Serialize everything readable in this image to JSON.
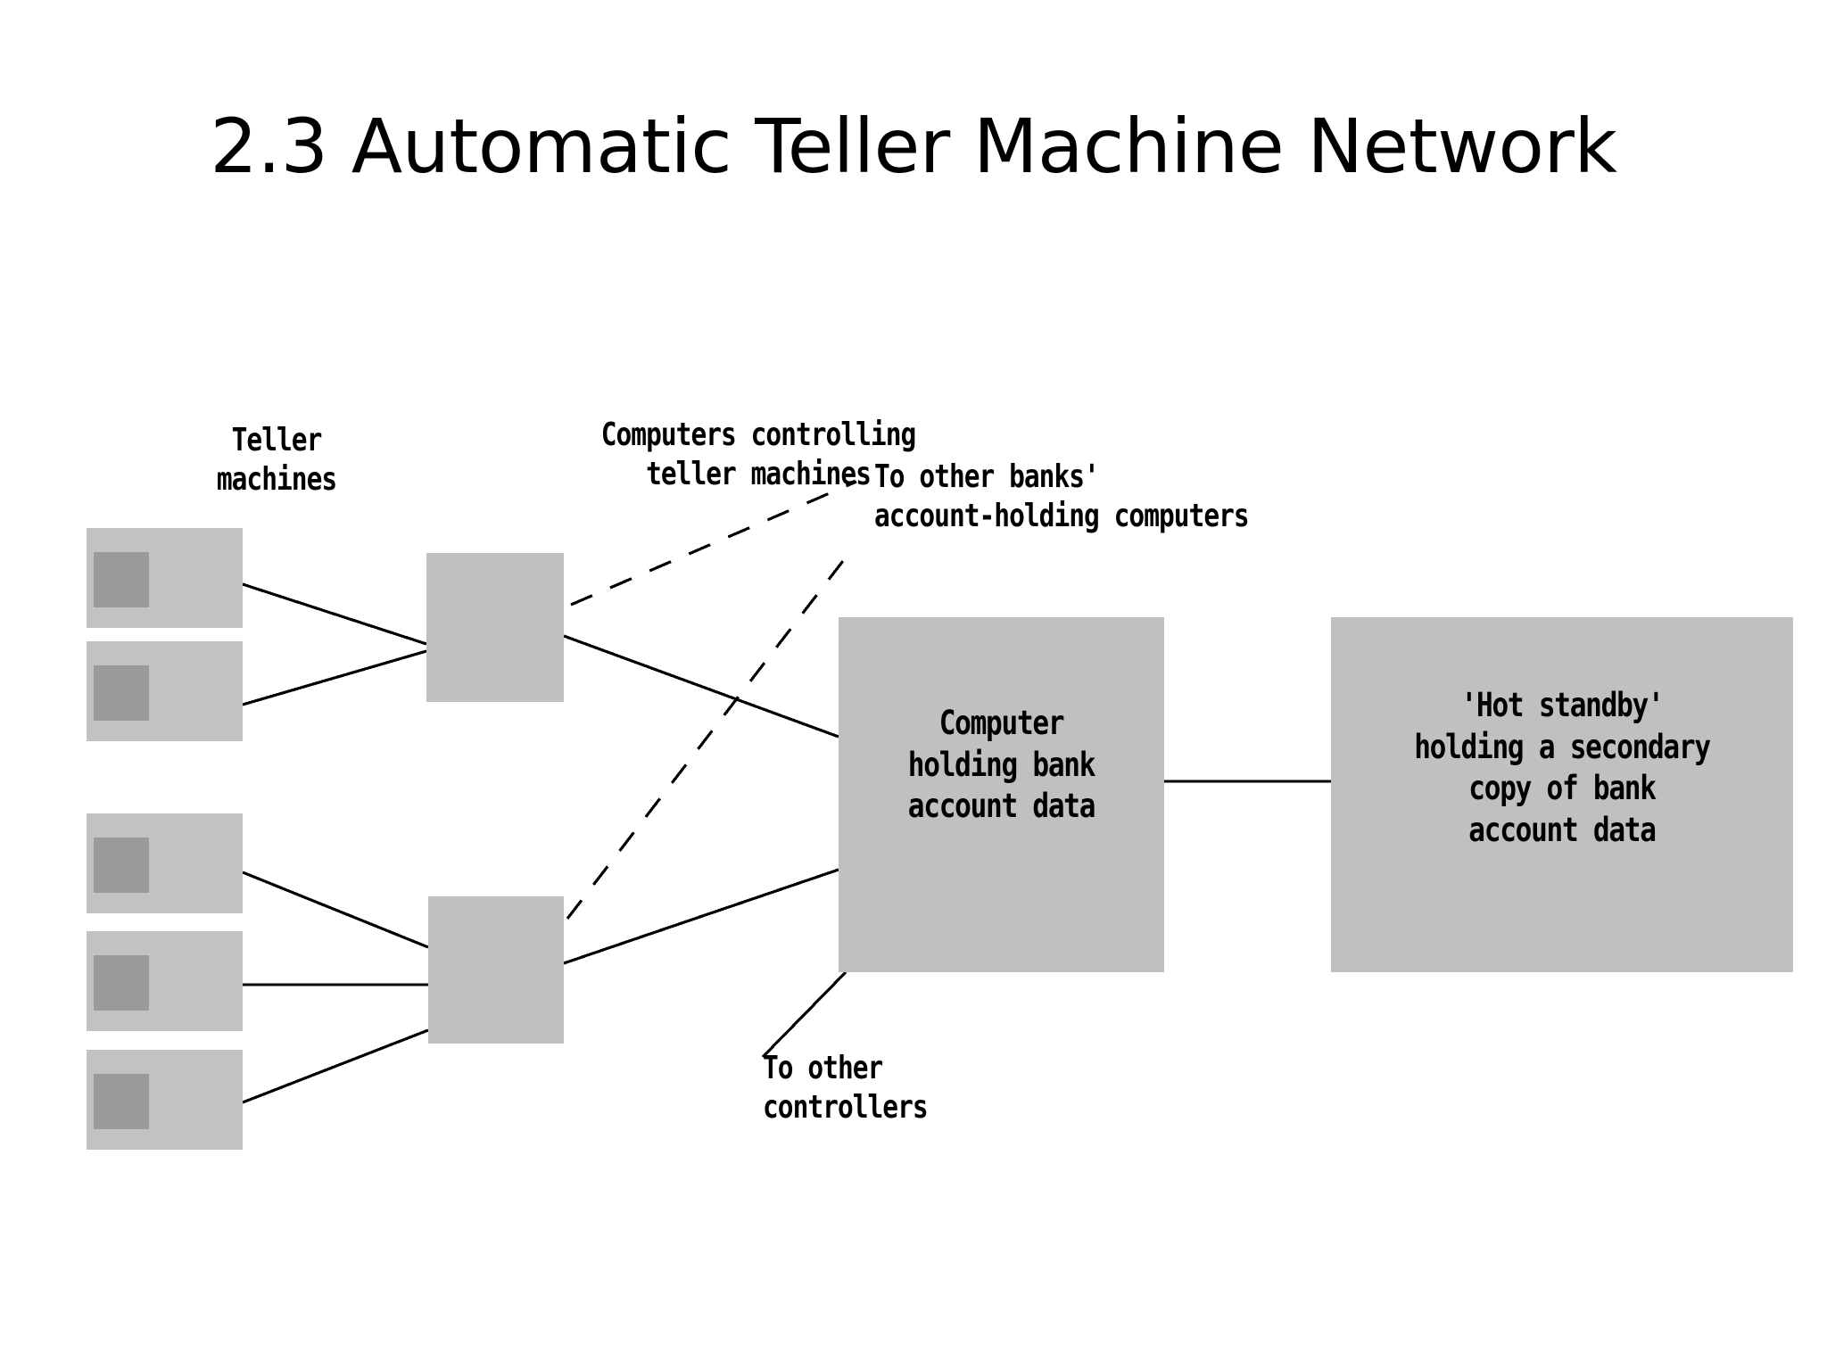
{
  "slide": {
    "title": "2.3 Automatic Teller Machine Network",
    "background_color": "#ffffff"
  },
  "diagram": {
    "type": "network-architecture",
    "colors": {
      "box_fill": "#c0c0c0",
      "teller_body": "#c2c2c2",
      "teller_screen": "#9a9a9a",
      "line": "#000000",
      "text": "#000000"
    },
    "labels": {
      "teller_machines": "Teller\nmachines",
      "controllers": "Computers controlling\nteller machines",
      "other_banks": "To other banks'\naccount-holding computers",
      "other_controllers": "To other\ncontrollers"
    },
    "boxes": {
      "account_computer": "Computer\nholding bank\naccount data",
      "hot_standby": "'Hot standby'\nholding a secondary\ncopy of bank\naccount data"
    },
    "teller_machines": [
      {
        "id": 1
      },
      {
        "id": 2
      },
      {
        "id": 3
      },
      {
        "id": 4
      },
      {
        "id": 5
      }
    ],
    "controllers": [
      {
        "id": "controller-upper"
      },
      {
        "id": "controller-lower"
      }
    ],
    "link_counts": {
      "teller_to_controller": 5,
      "controller_to_account_computer": 2,
      "dashed_to_other_banks": 2,
      "account_to_hot_standby": 1,
      "account_to_other_controllers": 1
    }
  }
}
